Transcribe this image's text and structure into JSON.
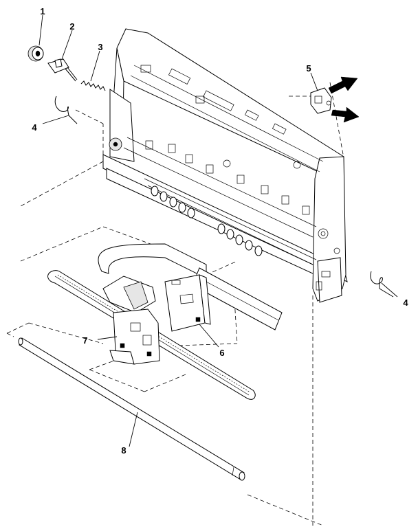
{
  "callouts": [
    {
      "id": "1",
      "label": "1",
      "part": "gear"
    },
    {
      "id": "2",
      "label": "2",
      "part": "bracket"
    },
    {
      "id": "3",
      "label": "3",
      "part": "spring"
    },
    {
      "id": "4a",
      "label": "4",
      "part": "wire-left"
    },
    {
      "id": "5",
      "label": "5",
      "part": "sensor"
    },
    {
      "id": "4b",
      "label": "4",
      "part": "wire-right"
    },
    {
      "id": "6",
      "label": "6",
      "part": "circuit-board"
    },
    {
      "id": "7",
      "label": "7",
      "part": "carriage"
    },
    {
      "id": "8",
      "label": "8",
      "part": "guide-shaft"
    }
  ],
  "colors": {
    "line": "#000000",
    "background": "#ffffff",
    "fill": "#e6e6e6"
  }
}
